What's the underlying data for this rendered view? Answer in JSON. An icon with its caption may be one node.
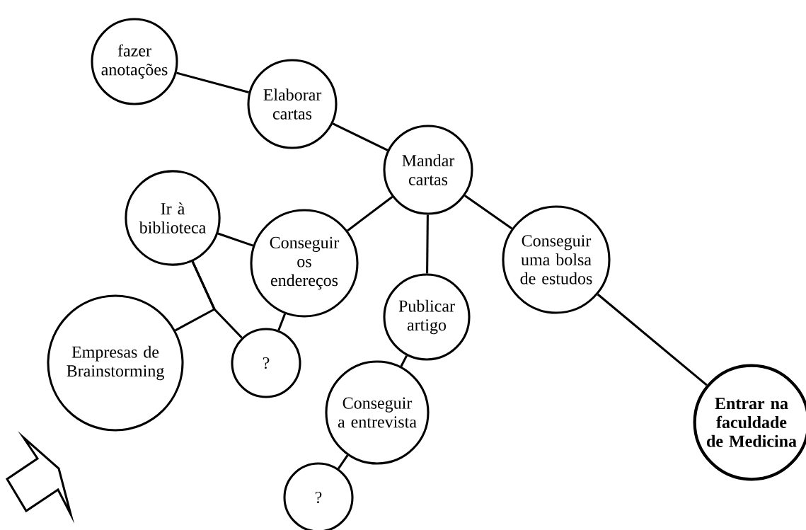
{
  "diagram": {
    "nodes": [
      {
        "text": [
          "fazer anotações"
        ]
      },
      {
        "text": [
          "Elaborar cartas"
        ]
      },
      {
        "text": [
          "Mandar cartas"
        ]
      },
      {
        "text": [
          "Ir à biblioteca"
        ]
      },
      {
        "text": [
          "Conseguir os endereços"
        ]
      },
      {
        "text": [
          "Publicar artigo"
        ]
      },
      {
        "text": [
          "Conseguir uma bolsa de estudos"
        ]
      },
      {
        "text": [
          "Empresas de Brainstorming"
        ]
      },
      {
        "text": [
          "?"
        ]
      },
      {
        "text": [
          "Conseguir a entrevista"
        ]
      },
      {
        "text": [
          "Entrar na faculdade de Medicina"
        ]
      },
      {
        "text": [
          "?"
        ]
      }
    ],
    "edges": [
      {
        "from": 0,
        "to": 1,
        "arrow": "none"
      },
      {
        "from": 1,
        "to": 2,
        "arrow": "none"
      },
      {
        "from": 2,
        "to": 4,
        "arrow": "none"
      },
      {
        "from": 2,
        "to": 5,
        "arrow": "none"
      },
      {
        "from": 2,
        "to": 6,
        "arrow": "none"
      },
      {
        "from": 3,
        "to": 4,
        "arrow": "none"
      },
      {
        "from": 3,
        "to": 7,
        "arrow": "none"
      },
      {
        "from": 3,
        "to": 8,
        "arrow": "none"
      },
      {
        "from": 4,
        "to": 8,
        "arrow": "none"
      },
      {
        "from": 5,
        "to": 9,
        "arrow": "none"
      },
      {
        "from": 6,
        "to": 10,
        "arrow": "none"
      },
      {
        "from": 9,
        "to": 11,
        "arrow": "none"
      }
    ]
  }
}
